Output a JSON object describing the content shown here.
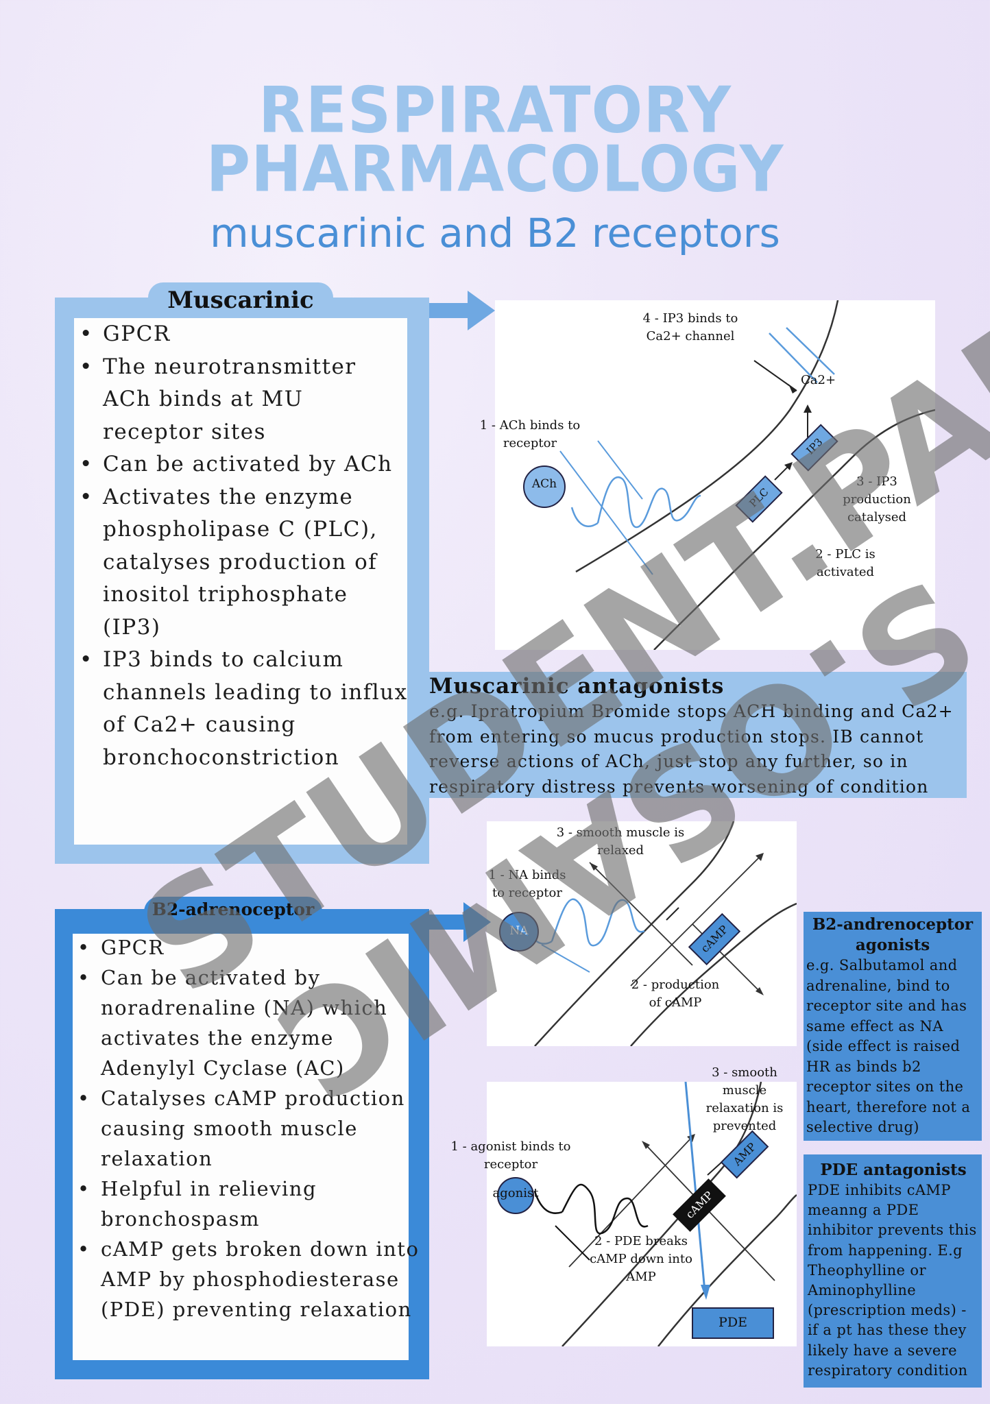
{
  "header": {
    "title_line1": "RESPIRATORY",
    "title_line2": "PHARMACOLOGY",
    "subtitle": "muscarinic and B2 receptors"
  },
  "muscarinic": {
    "heading": "Muscarinic",
    "bullets": [
      "GPCR",
      "The neurotransmitter ACh binds at MU receptor sites",
      "Can be activated by ACh",
      "Activates the enzyme phospholipase C (PLC), catalyses production of inositol triphosphate (IP3)",
      "IP3 binds to calcium channels leading to influx of Ca2+ causing bronchoconstriction"
    ]
  },
  "muscarinic_diagram": {
    "label_step4": "4 - IP3 binds to Ca2+ channel",
    "label_ca": "Ca2+",
    "label_step1": "1 - ACh binds to receptor",
    "label_ach": "ACh",
    "label_ip3": "IP3",
    "label_plc": "PLC",
    "label_step3": "3 - IP3 production catalysed",
    "label_step2": "2 - PLC is activated"
  },
  "muscarinic_antagonists": {
    "heading": "Muscarinic antagonists",
    "body": "e.g. Ipratropium Bromide stops ACH binding and Ca2+ from entering so mucus production stops. IB cannot reverse actions of ACh, just stop any further, so in respiratory distress prevents worsening of condition"
  },
  "b2": {
    "heading": "B2-adrenoceptor",
    "bullets": [
      "GPCR",
      "Can be activated by noradrenaline (NA) which activates the enzyme Adenylyl Cyclase (AC)",
      "Catalyses cAMP production causing smooth muscle relaxation",
      "Helpful in relieving bronchospasm",
      "cAMP gets broken down into AMP by phosphodiesterase (PDE) preventing relaxation"
    ]
  },
  "b2_diagram": {
    "label_step3": "3 - smooth muscle is relaxed",
    "label_step1": "1 - NA binds to receptor",
    "label_na": "NA",
    "label_camp": "cAMP",
    "label_step2": "2 - production of cAMP"
  },
  "pde_diagram": {
    "label_step3": "3 - smooth muscle relaxation is prevented",
    "label_step1": "1 - agonist binds to receptor",
    "label_agonist": "agonist",
    "label_amp": "AMP",
    "label_camp": "cAMP",
    "label_step2": "2 - PDE breaks cAMP down into AMP",
    "label_pde": "PDE"
  },
  "b2_agonists": {
    "heading": "B2-andrenoceptor agonists",
    "body": "e.g. Salbutamol and adrenaline, bind to receptor site and has same effect as NA (side effect is raised HR as binds b2 receptor sites on the heart, therefore not a selective drug)"
  },
  "pde_antagonists": {
    "heading": "PDE antagonists",
    "body": "PDE inhibits cAMP meanng a PDE inhibitor prevents this from happening. E.g Theophylline or Aminophylline (prescription meds) - if a pt has these they likely have a severe respiratory condition"
  },
  "watermark": {
    "line1": "STUDENT.PARA",
    "line2": "S.OSAMIC"
  },
  "colors": {
    "light_blue": "#9cc4ec",
    "mid_blue": "#6fa8e2",
    "strong_blue": "#3b8ad8",
    "box_blue": "#a9cdf1"
  }
}
